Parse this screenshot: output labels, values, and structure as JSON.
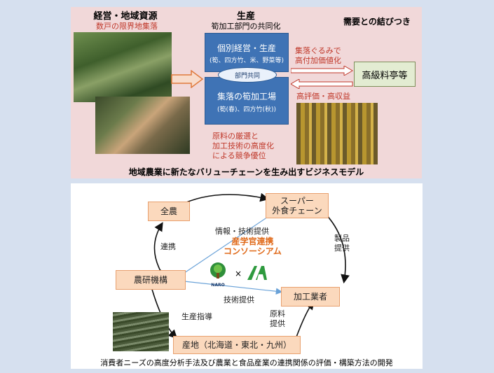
{
  "top": {
    "left_title": "経営・地域資源",
    "left_sub": "数戸の限界地集落",
    "center_title": "生産",
    "center_sub": "筍加工部門の共同化",
    "right_title": "需要との結びつき",
    "box_upper_title": "個別経営・生産",
    "box_upper_sub": "(筍、四方竹、米、野菜等)",
    "ellipse": "部門共同",
    "box_lower_title": "集落の筍加工場",
    "box_lower_sub": "(筍(春)、四方竹(秋))",
    "arrow_right_line1": "集落ぐるみで",
    "arrow_right_line2": "高付加価値化",
    "arrow_left_label": "高評価・高収益",
    "market_box": "高級料亭等",
    "competitive_line1": "原料の厳選と",
    "competitive_line2": "加工技術の高度化",
    "competitive_line3": "による競争優位",
    "caption": "地域農業に新たなバリューチェーンを生み出すビジネスモデル"
  },
  "bottom": {
    "node_zennou": "全農",
    "node_super": "スーパー\n外食チェーン",
    "node_naro": "農研機構",
    "node_processor": "加工業者",
    "node_sanchi": "産地（北海道・東北・九州）",
    "label_info": "情報・技術提供",
    "label_consortium_1": "産学官連携",
    "label_consortium_2": "コンソーシアム",
    "label_product_1": "製品",
    "label_product_2": "提供",
    "label_renkei": "連携",
    "label_tech": "技術提供",
    "label_guidance": "生産指導",
    "label_raw_1": "原料",
    "label_raw_2": "提供",
    "logo_naro": "NARO",
    "times": "×",
    "caption": "消費者ニーズの高度分析手法及び農業と食品産業の連携関係の評価・構築方法の開発"
  }
}
